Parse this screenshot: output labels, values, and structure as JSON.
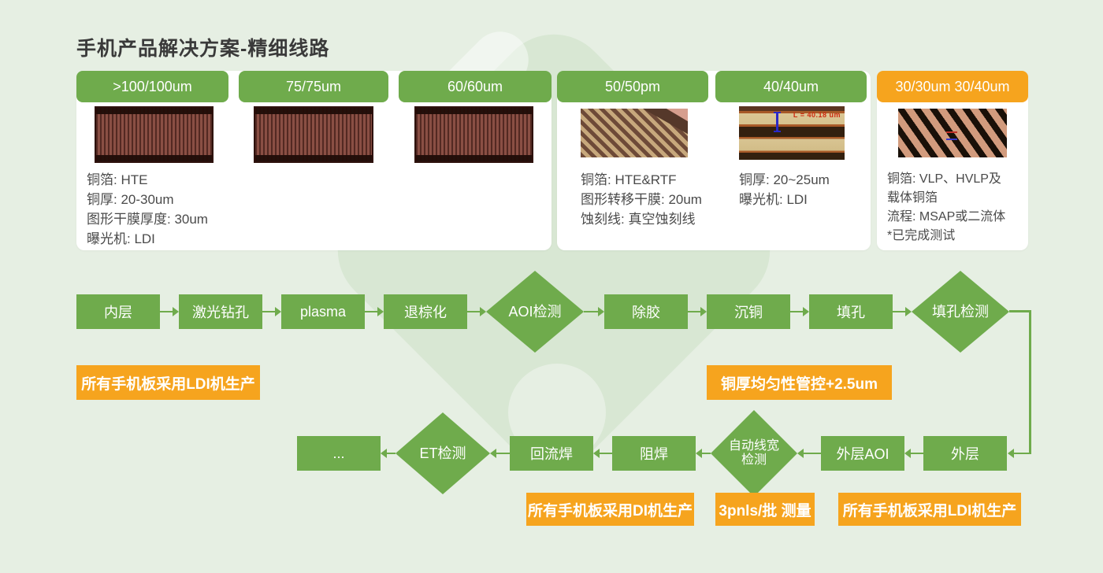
{
  "title": "手机产品解决方案-精细线路",
  "colors": {
    "green": "#6fab4c",
    "orange": "#f6a41e",
    "background": "#e6efe3",
    "card": "#ffffff",
    "text": "#4a4a4a"
  },
  "cards": [
    {
      "tabs": [
        ">100/100um",
        "75/75um",
        "60/60um"
      ],
      "specs": [
        "铜箔: HTE",
        "铜厚: 20-30um",
        "图形干膜厚度: 30um",
        "曝光机: LDI"
      ]
    },
    {
      "tabs": [
        "50/50pm",
        "40/40um"
      ],
      "specs_left": [
        "铜箔: HTE&RTF",
        "图形转移干膜: 20um",
        "蚀刻线: 真空蚀刻线"
      ],
      "specs_right": [
        "铜厚: 20~25um",
        "曝光机: LDI"
      ],
      "image_annotation": "L = 40.18 um"
    },
    {
      "tabs": [
        "30/30um 30/40um"
      ],
      "specs": [
        "铜箔: VLP、HVLP及",
        "载体铜箔",
        "流程: MSAP或二流体",
        "*已完成测试"
      ]
    }
  ],
  "flow": {
    "row1": [
      "内层",
      "激光钻孔",
      "plasma",
      "退棕化",
      "AOI检测",
      "除胶",
      "沉铜",
      "填孔",
      "填孔检测"
    ],
    "row2": [
      "...",
      "ET检测",
      "回流焊",
      "阻焊",
      "自动线宽检测",
      "外层AOI",
      "外层"
    ],
    "auto_line1": "自动线宽",
    "auto_line2": "检测"
  },
  "callouts": [
    "所有手机板采用LDI机生产",
    "铜厚均匀性管控+2.5um",
    "所有手机板采用DI机生产",
    "3pnls/批 测量",
    "所有手机板采用LDI机生产"
  ]
}
